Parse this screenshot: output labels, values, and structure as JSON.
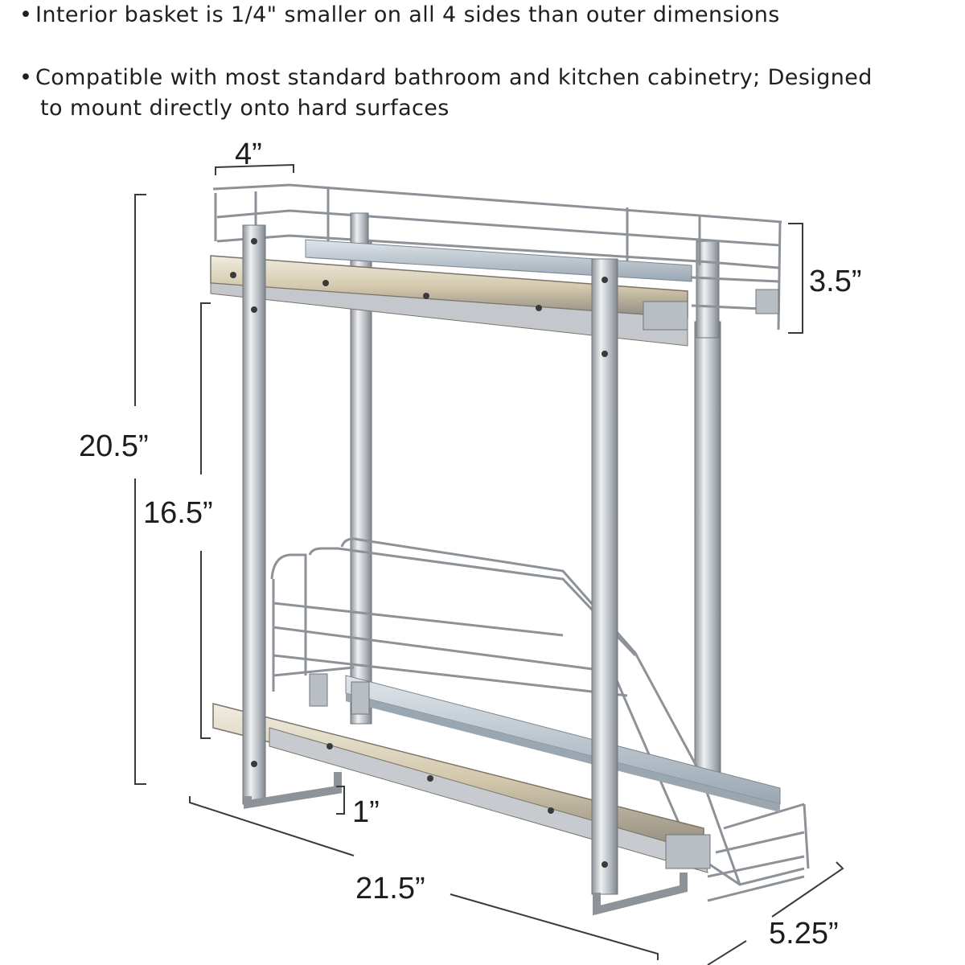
{
  "bullets": [
    {
      "text": "Interior basket is 1/4\" smaller on all 4 sides than outer dimensions"
    },
    {
      "line1": "Compatible with most standard bathroom and kitchen cabinetry; Designed",
      "line2": "to mount directly onto hard surfaces"
    }
  ],
  "bullet_symbol": "•",
  "dimensions": {
    "top_width": "4”",
    "top_basket_height": "3.5”",
    "overall_height": "20.5”",
    "bottom_basket_height": "16.5”",
    "clearance": "1”",
    "depth": "21.5”",
    "width": "5.25”"
  },
  "colors": {
    "chrome": "#c9ccd0",
    "chrome_dark": "#8e9399",
    "rail": "#d8cfb8",
    "rail_blue": "#b9c3cc",
    "dim_line": "#3a3a3a"
  }
}
